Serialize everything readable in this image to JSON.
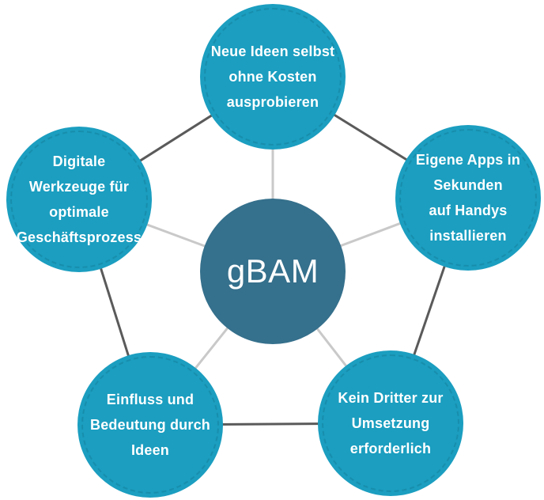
{
  "background": "#ffffff",
  "colors": {
    "node_fill": "#1b9ec0",
    "center_fill": "#35708c",
    "edge_line": "#5a5a5a",
    "spoke_line": "#c9c9c9",
    "text_color": "#ffffff"
  },
  "center": {
    "label": "gBAM"
  },
  "nodes": [
    {
      "id": "top",
      "lines": [
        "Neue Ideen selbst",
        "ohne Kosten",
        "ausprobieren"
      ]
    },
    {
      "id": "right",
      "lines": [
        "Eigene Apps in",
        "Sekunden",
        "auf Handys",
        "installieren"
      ]
    },
    {
      "id": "bottom-right",
      "lines": [
        "Kein Dritter zur",
        "Umsetzung",
        "erforderlich"
      ]
    },
    {
      "id": "bottom-left",
      "lines": [
        "Einfluss und",
        "Bedeutung durch",
        "Ideen"
      ]
    },
    {
      "id": "left",
      "lines": [
        "Digitale",
        "Werkzeuge für",
        "optimale",
        "Geschäftsprozess"
      ]
    }
  ]
}
